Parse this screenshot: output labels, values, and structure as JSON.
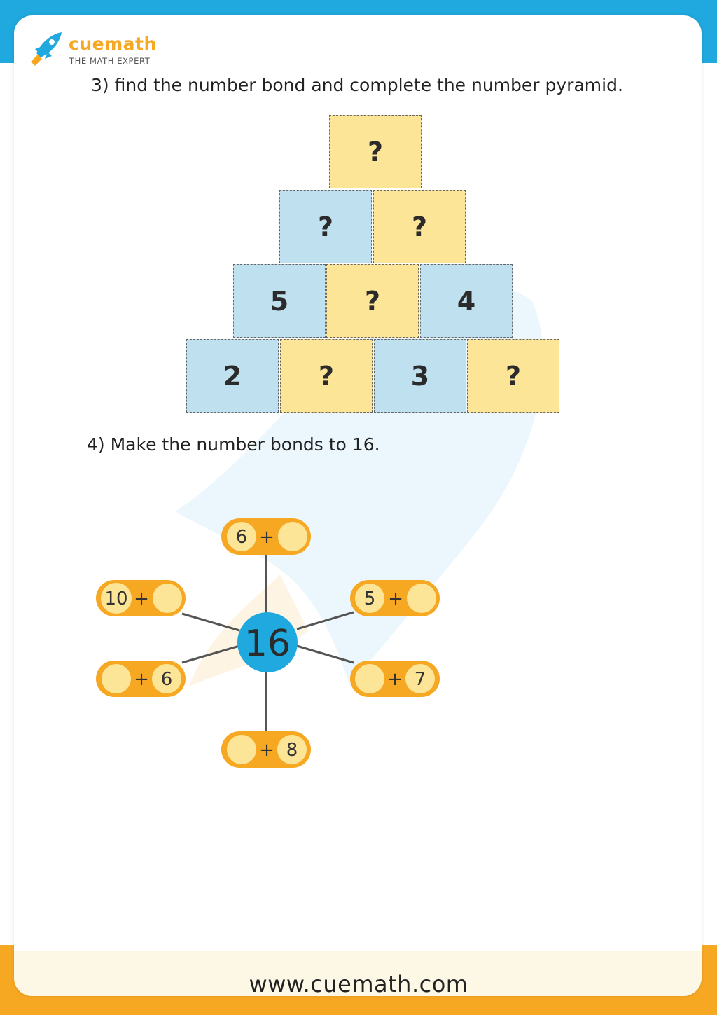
{
  "brand": {
    "name": "cuemath",
    "tagline": "THE MATH EXPERT",
    "colors": {
      "blue": "#1fa9de",
      "orange": "#f7a823",
      "yellow": "#fde598",
      "light_blue": "#bfe0ee"
    }
  },
  "questions": {
    "q3": "3) find the number bond and complete the number pyramid.",
    "q4": "4) Make the number bonds to 16."
  },
  "pyramid": {
    "rows": [
      [
        "?"
      ],
      [
        "?",
        "?"
      ],
      [
        "5",
        "?",
        "4"
      ],
      [
        "2",
        "?",
        "3",
        "?"
      ]
    ]
  },
  "bonds": {
    "center": "16",
    "items": [
      {
        "left": "6",
        "op": "+",
        "right": ""
      },
      {
        "left": "5",
        "op": "+",
        "right": ""
      },
      {
        "left": "",
        "op": "+",
        "right": "7"
      },
      {
        "left": "",
        "op": "+",
        "right": "8"
      },
      {
        "left": "",
        "op": "+",
        "right": "6"
      },
      {
        "left": "10",
        "op": "+",
        "right": ""
      }
    ]
  },
  "footer": {
    "url": "www.cuemath.com"
  }
}
